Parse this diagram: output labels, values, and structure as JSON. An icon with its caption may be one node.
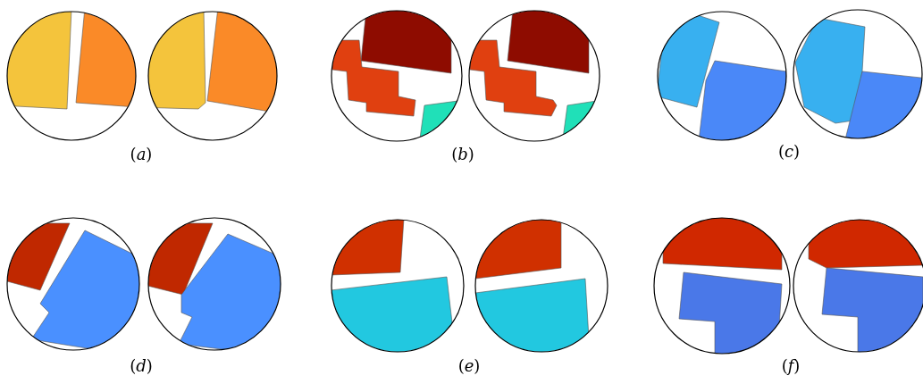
{
  "diagram": {
    "labels": [
      "(*a*)",
      "(*b*)",
      "(*c*)",
      "(*d*)",
      "(*e*)",
      "(*f*)"
    ]
  }
}
